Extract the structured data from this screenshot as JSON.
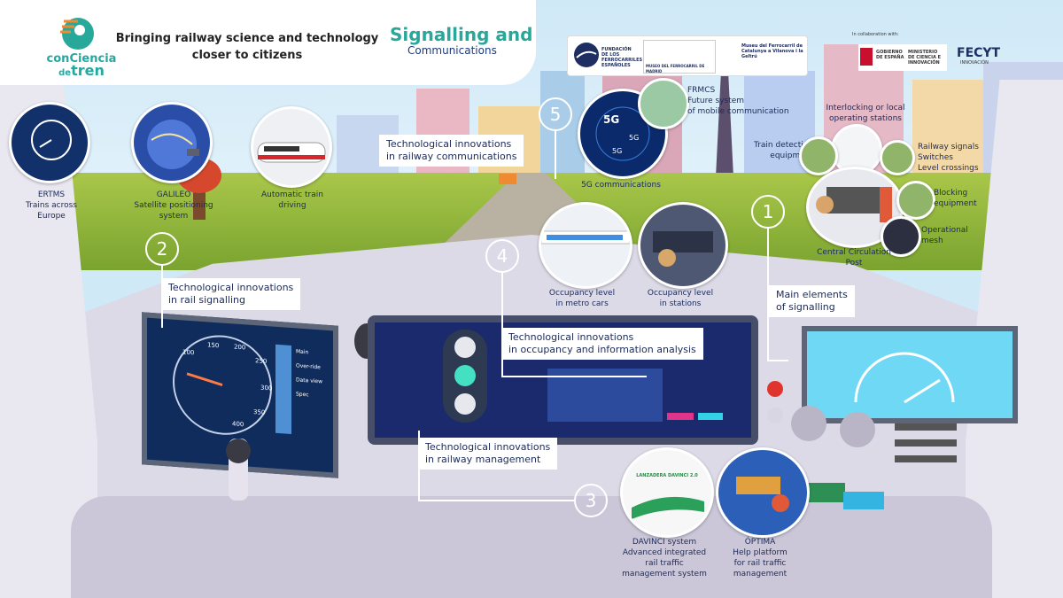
{
  "header": {
    "brand_con": "con",
    "brand_ciencia": "Ciencia",
    "brand_de": "de",
    "brand_tren": "tren",
    "tagline_1": "Bringing railway science and technology",
    "tagline_2": "closer to citizens",
    "title": "Signalling and",
    "subtitle": "Communications"
  },
  "partners": {
    "ffe": "FUNDACIÓN DE LOS FERROCARRILES ESPAÑOLES",
    "museo_madrid": "MUSEO DEL FERROCARRIL DE MADRID",
    "museo_cat": "Museu del Ferrocarril de Catalunya a Vilanova i la Geltrú",
    "collab": "In collaboration with:",
    "gov": "GOBIERNO DE ESPAÑA",
    "ministry": "MINISTERIO DE CIENCIA E INNOVACIÓN",
    "fecyt": "FECYT",
    "fecyt_sub": "INNOVACIÓN"
  },
  "sections": {
    "s1": {
      "num": "1",
      "label_1": "Main elements",
      "label_2": "of signalling"
    },
    "s2": {
      "num": "2",
      "label_1": "Technological innovations",
      "label_2": "in rail signalling"
    },
    "s3": {
      "num": "3",
      "label_1": "Technological innovations",
      "label_2": "in railway management"
    },
    "s4": {
      "num": "4",
      "label_1": "Technological innovations",
      "label_2": "in occupancy and information analysis"
    },
    "s5": {
      "num": "5",
      "label_1": "Technological innovations",
      "label_2": "in railway communications"
    }
  },
  "items": {
    "ertms": {
      "l1": "ERTMS",
      "l2": "Trains across",
      "l3": "Europe"
    },
    "galileo": {
      "l1": "GALILEO",
      "l2": "Satellite positioning",
      "l3": "system"
    },
    "auto": {
      "l1": "Automatic train",
      "l2": "driving"
    },
    "fivegi": {
      "l1": "5G communications"
    },
    "frmcs": {
      "l1": "FRMCS",
      "l2": "Future system",
      "l3": "of mobile communication"
    },
    "metro": {
      "l1": "Occupancy level",
      "l2": "in metro cars"
    },
    "stations": {
      "l1": "Occupancy level",
      "l2": "in stations"
    },
    "interlock": {
      "l1": "Interlocking or local",
      "l2": "operating stations"
    },
    "detect": {
      "l1": "Train detection",
      "l2": "equipment"
    },
    "signals": {
      "l1": "Railway signals",
      "l2": "Switches",
      "l3": "Level crossings"
    },
    "blocking": {
      "l1": "Blocking",
      "l2": "equipment"
    },
    "mesh": {
      "l1": "Operational",
      "l2": "mesh"
    },
    "ccp": {
      "l1": "Central Circulation",
      "l2": "Post"
    },
    "davinci": {
      "l1": "DAVINCI system",
      "l2": "Advanced integrated",
      "l3": "rail traffic",
      "l4": "management system",
      "badge": "LANZADERA DAVINCI 2.0"
    },
    "optima": {
      "l1": "ÓPTIMA",
      "l2": "Help platform",
      "l3": "for rail traffic",
      "l4": "management"
    }
  },
  "gauge": {
    "speeds": [
      "100",
      "150",
      "200",
      "250",
      "300",
      "350",
      "400"
    ],
    "modes": [
      "Main",
      "Over-ride",
      "Data view",
      "Spec"
    ]
  },
  "colors": {
    "teal": "#28a79b",
    "navy": "#1b2a5a",
    "screen": "#0f2c5c"
  }
}
